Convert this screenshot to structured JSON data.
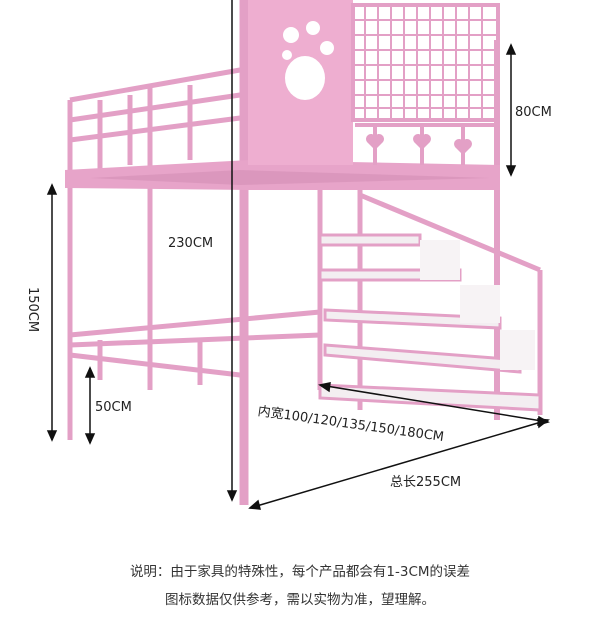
{
  "dimensions": {
    "top_height": "80CM",
    "total_height": "230CM",
    "under_height": "150CM",
    "bottom_clearance": "50CM",
    "inner_width": "内宽100/120/135/150/180CM",
    "total_length": "总长255CM"
  },
  "note": {
    "line1": "说明：由于家具的特殊性，每个产品都会有1-3CM的误差",
    "line2": "图标数据仅供参考，需以实物为准，望理解。"
  },
  "colors": {
    "frame": "#e8a9cc",
    "frame_dark": "#d98fb8",
    "panel": "#eeaed0",
    "shelf": "#f3eef1"
  }
}
